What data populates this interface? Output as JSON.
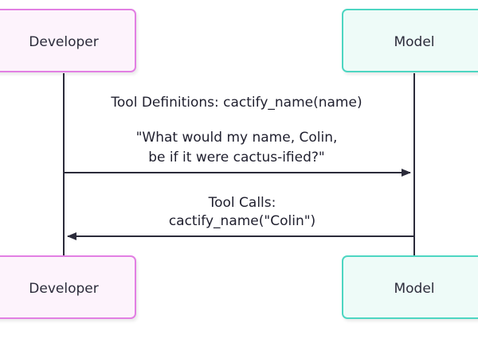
{
  "actors": {
    "developer": {
      "label": "Developer",
      "fill": "#fdf3fc",
      "stroke": "#e27fe3"
    },
    "model": {
      "label": "Model",
      "fill": "#eefbf8",
      "stroke": "#4dd6c2"
    }
  },
  "messages": {
    "tool_definitions": {
      "line1": "Tool Definitions: cactify_name(name)",
      "line2": "\"What would my name, Colin,",
      "line3": "be if it were cactus-ified?\""
    },
    "tool_calls": {
      "line1": "Tool Calls:",
      "line2": "cactify_name(\"Colin\")"
    }
  },
  "colors": {
    "lifeline": "#2b2b3a",
    "arrow": "#2b2b3a"
  }
}
